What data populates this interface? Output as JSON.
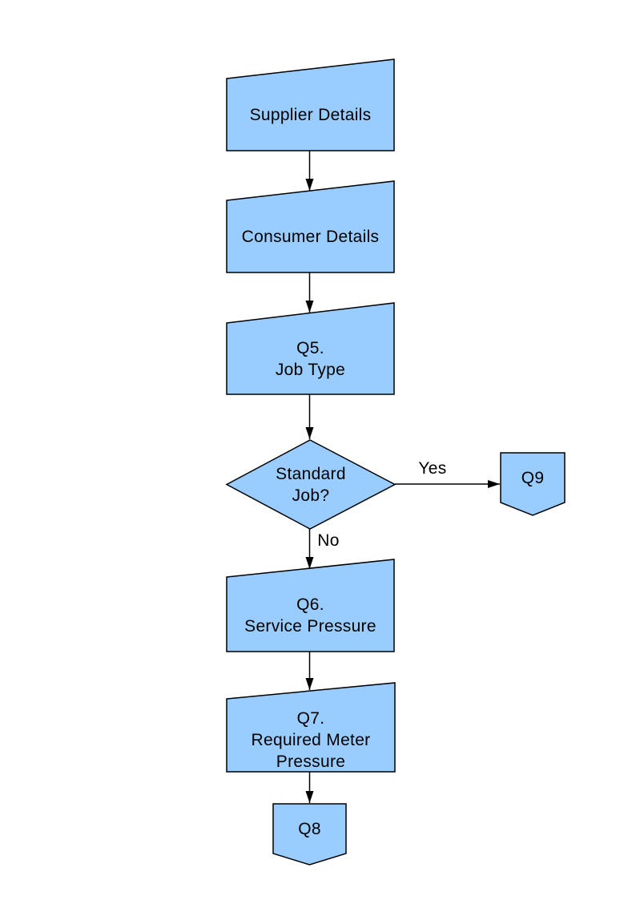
{
  "diagram": {
    "colors": {
      "node_fill": "#99CCFF",
      "node_border": "#000000",
      "connector": "#000000",
      "background": "#FFFFFF"
    },
    "nodes": {
      "supplier": {
        "label": "Supplier Details",
        "type": "manual-input"
      },
      "consumer": {
        "label": "Consumer Details",
        "type": "manual-input"
      },
      "q5": {
        "label": "Q5.\nJob Type",
        "type": "manual-input"
      },
      "standard_job": {
        "label": "Standard\nJob?",
        "type": "decision"
      },
      "q9": {
        "label": "Q9",
        "type": "off-page-connector"
      },
      "q6": {
        "label": "Q6.\nService Pressure",
        "type": "manual-input"
      },
      "q7": {
        "label": "Q7.\nRequired Meter\nPressure",
        "type": "manual-input"
      },
      "q8": {
        "label": "Q8",
        "type": "off-page-connector"
      }
    },
    "edge_labels": {
      "yes": "Yes",
      "no": "No"
    }
  }
}
